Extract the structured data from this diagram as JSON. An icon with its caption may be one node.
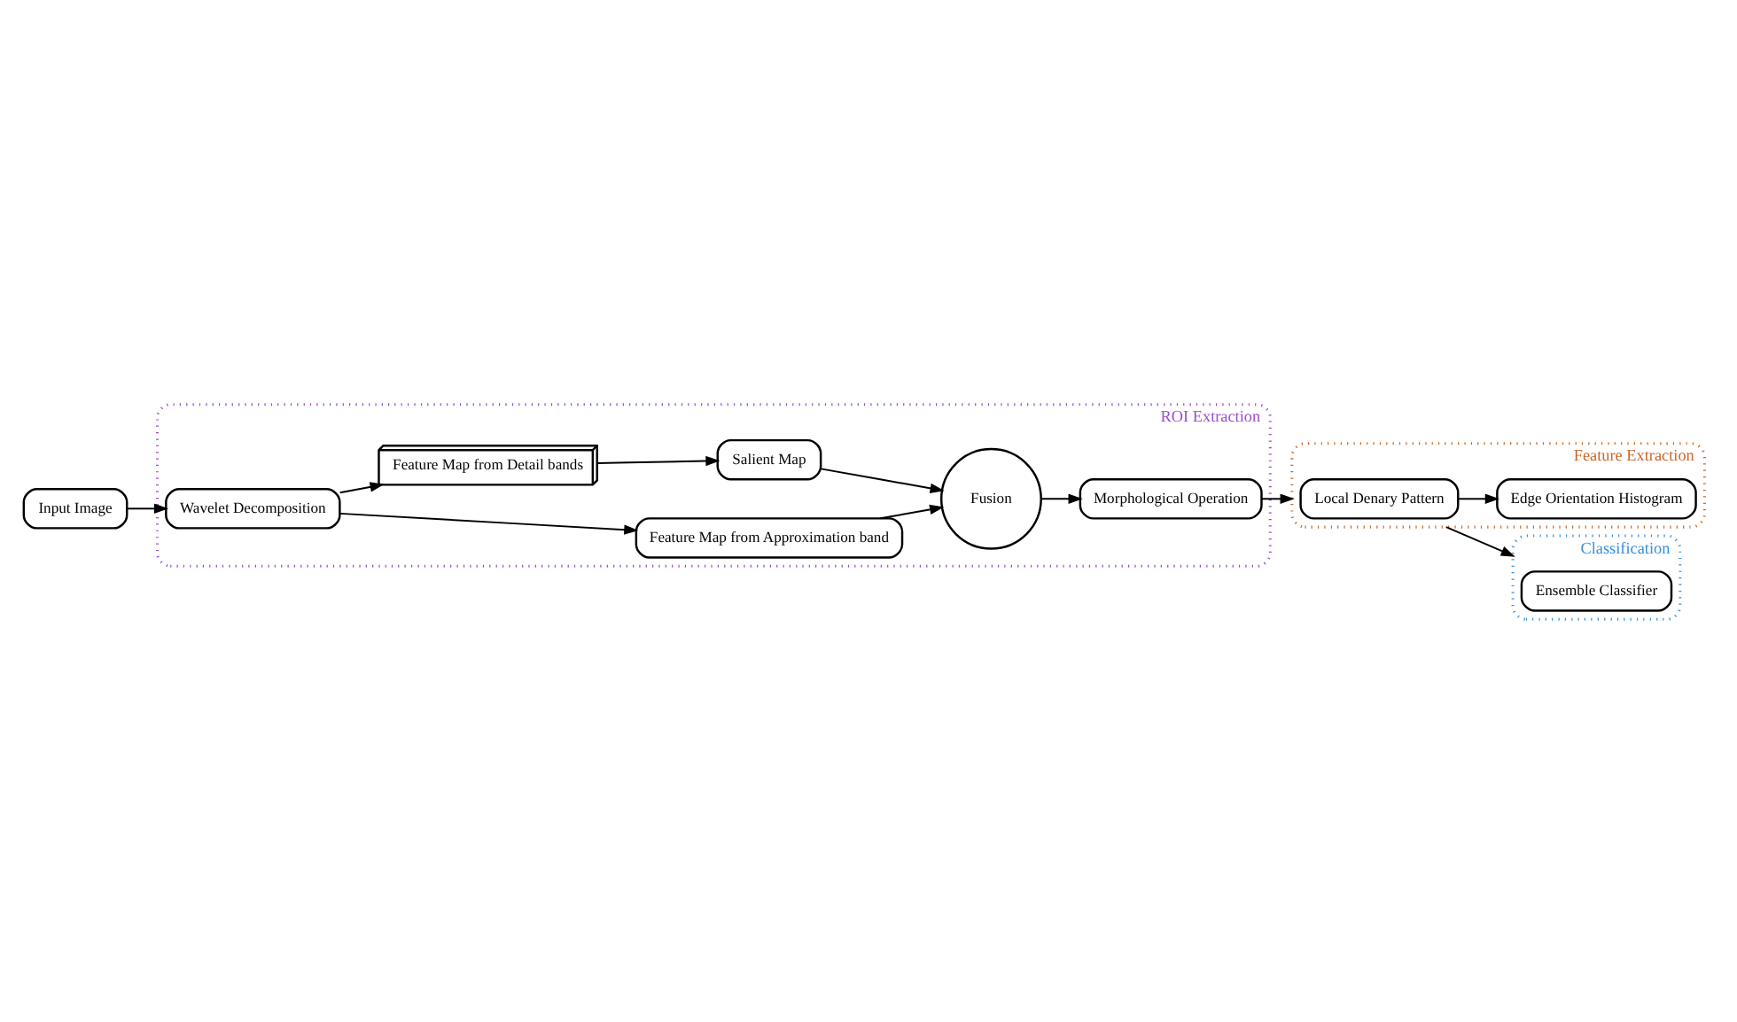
{
  "diagram": {
    "nodes": [
      {
        "text": [
          "ROI Extraction"
        ]
      },
      {
        "text": [
          "Input Image"
        ]
      },
      {
        "text": [
          "Wavelet Decomposition"
        ],
        "in": 0
      },
      {
        "text": [
          "Feature Map from Approximation band"
        ],
        "in": 0
      },
      {
        "text": [
          "Feature Map from Detail bands"
        ],
        "in": 0
      },
      {
        "text": [
          "Fusion"
        ],
        "in": 0
      },
      {
        "text": [
          "Salient Map"
        ],
        "in": 0
      },
      {
        "text": [
          "Morphological Operation"
        ],
        "in": 0
      },
      {
        "text": [
          "Feature Extraction"
        ]
      },
      {
        "text": [
          "Local Denary Pattern"
        ],
        "in": 8
      },
      {
        "text": [
          "Edge Orientation Histogram"
        ],
        "in": 8
      },
      {
        "text": [
          "Classification"
        ]
      },
      {
        "text": [
          "Ensemble Classifier"
        ],
        "in": 11
      }
    ],
    "edges": [
      {
        "from": 1,
        "to": 2,
        "arrow": "to"
      },
      {
        "from": 2,
        "to": 3,
        "arrow": "to"
      },
      {
        "from": 2,
        "to": 4,
        "arrow": "to"
      },
      {
        "from": 3,
        "to": 5,
        "arrow": "to"
      },
      {
        "from": 4,
        "to": 6,
        "arrow": "to"
      },
      {
        "from": 6,
        "to": 5,
        "arrow": "to"
      },
      {
        "from": 5,
        "to": 7,
        "arrow": "to"
      },
      {
        "from": 7,
        "to": 8,
        "arrow": "to"
      },
      {
        "from": 9,
        "to": 10,
        "arrow": "to"
      },
      {
        "from": 8,
        "to": 11,
        "arrow": "to"
      }
    ]
  }
}
